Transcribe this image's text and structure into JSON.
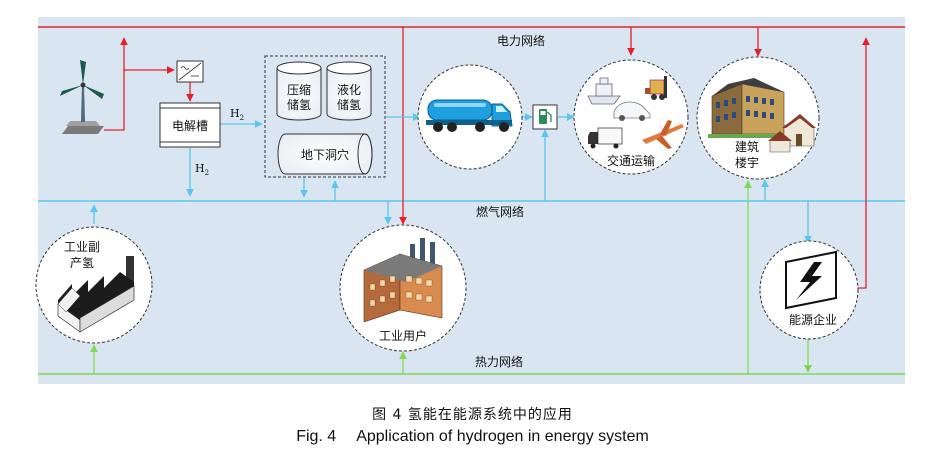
{
  "networks": {
    "power": "电力网络",
    "gas": "燃气网络",
    "heat": "热力网络"
  },
  "nodes": {
    "electrolyzer": "电解槽",
    "h2": "H",
    "h2_sub": "2",
    "compressed_line1": "压缩",
    "compressed_line2": "储氢",
    "liquefied_line1": "液化",
    "liquefied_line2": "储氢",
    "cavern": "地下洞穴",
    "transport": "交通运输",
    "building_line1": "建筑",
    "building_line2": "楼宇",
    "byproduct_line1": "工业副",
    "byproduct_line2": "产氢",
    "industrial_user": "工业用户",
    "energy_company": "能源企业"
  },
  "caption": {
    "cn": "图 4  氢能在能源系统中的应用",
    "en_number": "Fig. 4",
    "en_title": "Application of hydrogen in energy system"
  },
  "colors": {
    "background": "#d9e6f2",
    "power_line": "#e5202a",
    "gas_line": "#5bc6ef",
    "heat_line": "#7ed957",
    "truck_blue": "#1d9fe0"
  },
  "icons": {
    "wind_turbine": "wind-turbine-icon",
    "converter": "ac-dc-converter-icon",
    "electrolyzer": "electrolyzer-icon",
    "truck": "hydrogen-tanker-truck-icon",
    "fuel_pump": "fuel-pump-icon",
    "vehicles": "transport-vehicles-icon",
    "building": "building-icon",
    "factory": "factory-icon",
    "industrial_plant": "industrial-plant-icon",
    "lightning": "lightning-icon"
  }
}
